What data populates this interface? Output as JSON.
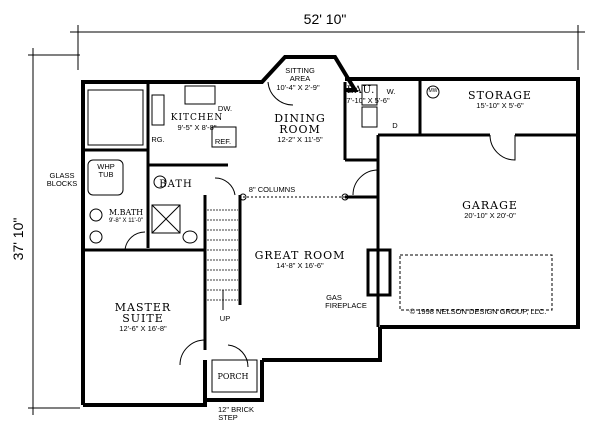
{
  "dimensions": {
    "width": "52' 10\"",
    "depth": "37' 10\""
  },
  "rooms": {
    "sitting": {
      "name": "SITTING\nAREA",
      "name1": "SITTING",
      "name2": "AREA",
      "size": "10'-4\" X 2'-9\""
    },
    "kitchen": {
      "name": "KITCHEN",
      "size": "9'-5\" X 8'-8\""
    },
    "dining": {
      "name1": "DINING",
      "name2": "ROOM",
      "size": "12-2\" X 11'-5\""
    },
    "laundry": {
      "name": "LAU.",
      "suffix": "W.",
      "size": "7'-10\" X 5'-6\""
    },
    "storage": {
      "name": "STORAGE",
      "size": "15'-10\" X 5'-6\""
    },
    "garage": {
      "name": "GARAGE",
      "size": "20'-10\" X 20'-0\""
    },
    "great": {
      "name": "GREAT ROOM",
      "size": "14'-8\" X 16'-6\""
    },
    "bath": {
      "name": "BATH"
    },
    "mbath": {
      "name": "M.BATH",
      "size": "9'-8\" X 11'-0\""
    },
    "master": {
      "name1": "MASTER",
      "name2": "SUITE",
      "size": "12'-6\" X 16'-8\""
    },
    "porch": {
      "name": "PORCH"
    }
  },
  "labels": {
    "dw": "DW.",
    "rg": "RG.",
    "ref": "REF.",
    "columns": "8\" COLUMNS",
    "tub1": "WHP",
    "tub2": "TUB",
    "glass1": "GLASS",
    "glass2": "BLOCKS",
    "fire1": "GAS",
    "fire2": "FIREPLACE",
    "up": "UP",
    "step1": "12\" BRICK",
    "step2": "STEP",
    "mw": "MW",
    "dryer": "D",
    "copyright": "© 1998 NELSON DESIGN GROUP, LLC."
  }
}
